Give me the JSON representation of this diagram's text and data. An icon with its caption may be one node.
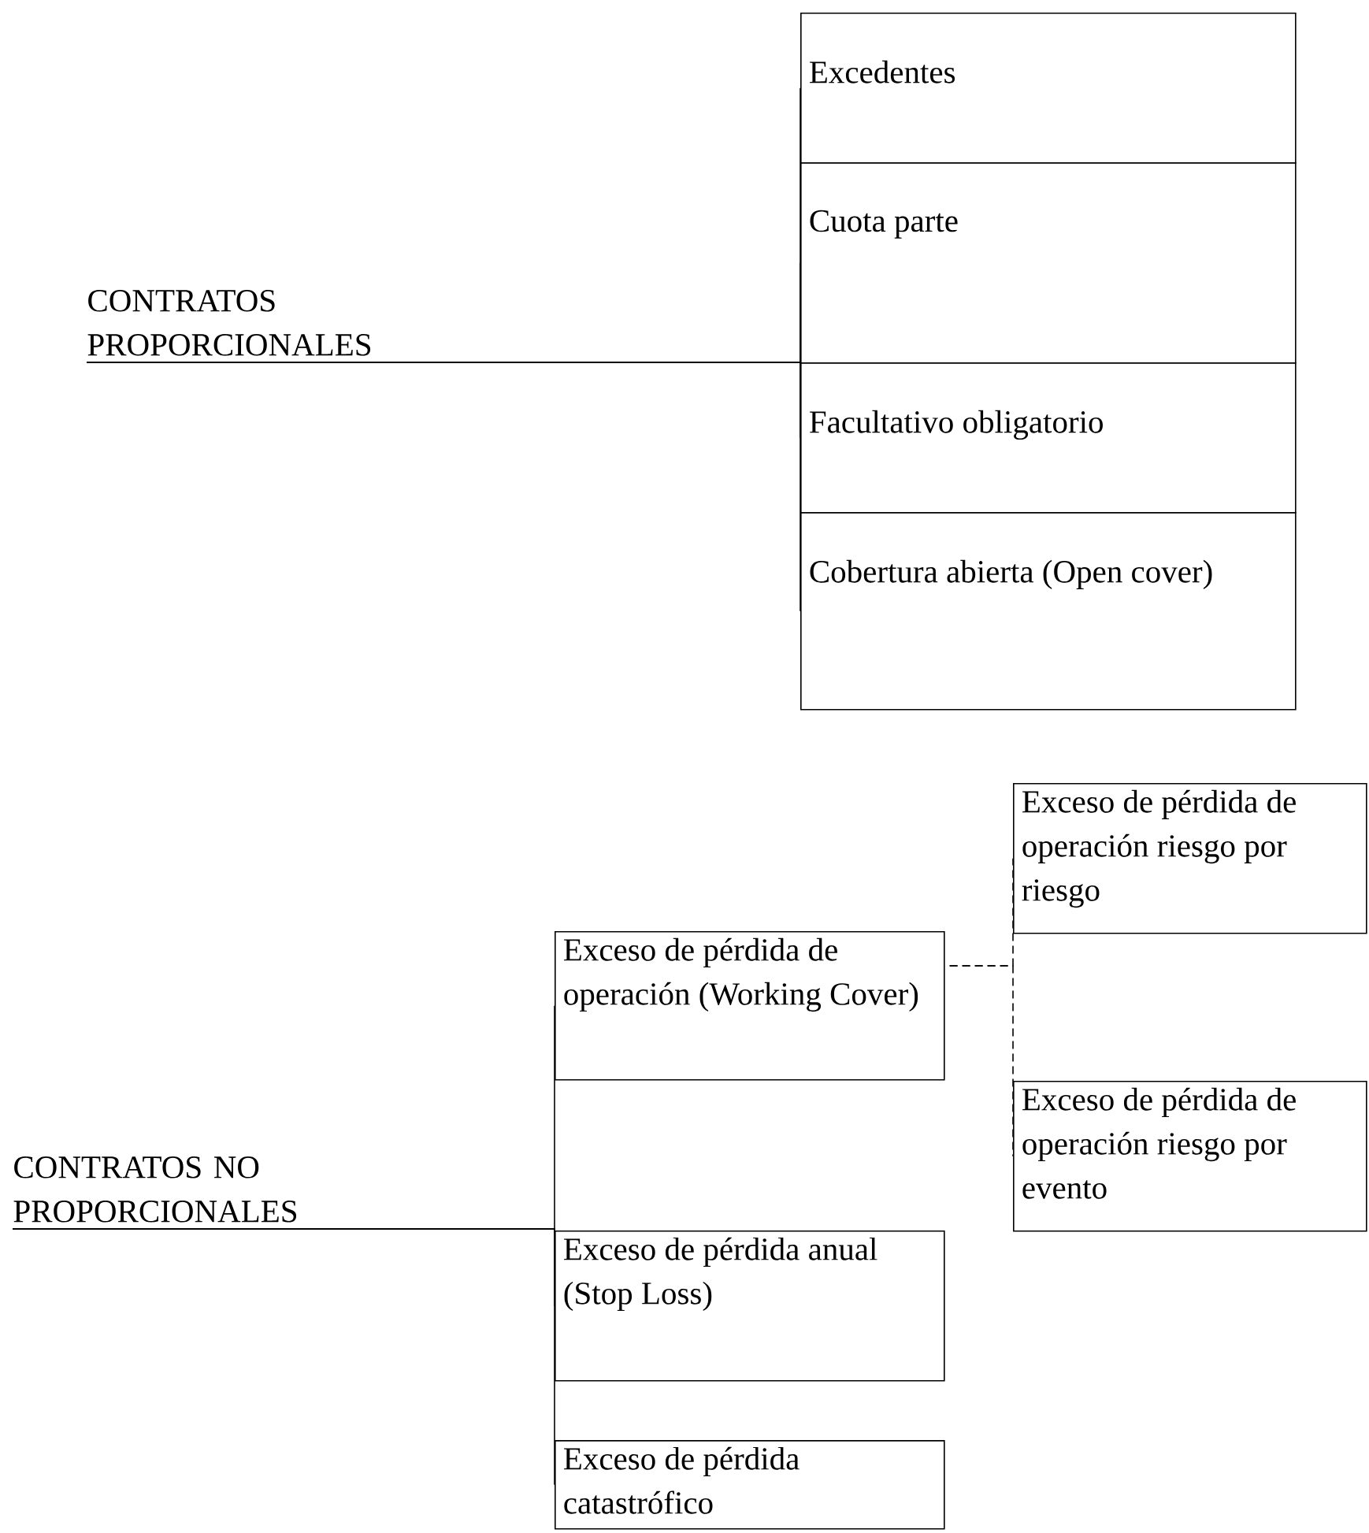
{
  "diagram": {
    "nodes": [
      {
        "text": [
          "CONTRATOS PROPORCIONALES"
        ]
      },
      {
        "text": [
          "Excedentes"
        ]
      },
      {
        "text": [
          "Cuota parte"
        ]
      },
      {
        "text": [
          "Facultativo obligatorio"
        ]
      },
      {
        "text": [
          "Cobertura abierta (Open cover)"
        ]
      },
      {
        "text": [
          "CONTRATOS NO PROPORCIONALES"
        ]
      },
      {
        "text": [
          "Exceso de pérdida de operación (Working Cover)"
        ]
      },
      {
        "text": [
          "Exceso de pérdida anual (Stop Loss)"
        ]
      },
      {
        "text": [
          "Exceso de pérdida catastrófico"
        ]
      },
      {
        "text": [
          "Exceso de pérdida de operación riesgo por riesgo"
        ]
      },
      {
        "text": [
          "Exceso de pérdida de operación riesgo por evento"
        ]
      }
    ],
    "edges": [
      {
        "from": 0,
        "to": 1,
        "arrow": "none"
      },
      {
        "from": 0,
        "to": 2,
        "arrow": "none"
      },
      {
        "from": 0,
        "to": 3,
        "arrow": "none"
      },
      {
        "from": 0,
        "to": 4,
        "arrow": "none"
      },
      {
        "from": 5,
        "to": 6,
        "arrow": "none"
      },
      {
        "from": 5,
        "to": 7,
        "arrow": "none"
      },
      {
        "from": 5,
        "to": 8,
        "arrow": "none"
      },
      {
        "from": 6,
        "to": 9,
        "arrow": "none",
        "style": "dashed"
      },
      {
        "from": 6,
        "to": 10,
        "arrow": "none",
        "style": "dashed"
      }
    ]
  }
}
